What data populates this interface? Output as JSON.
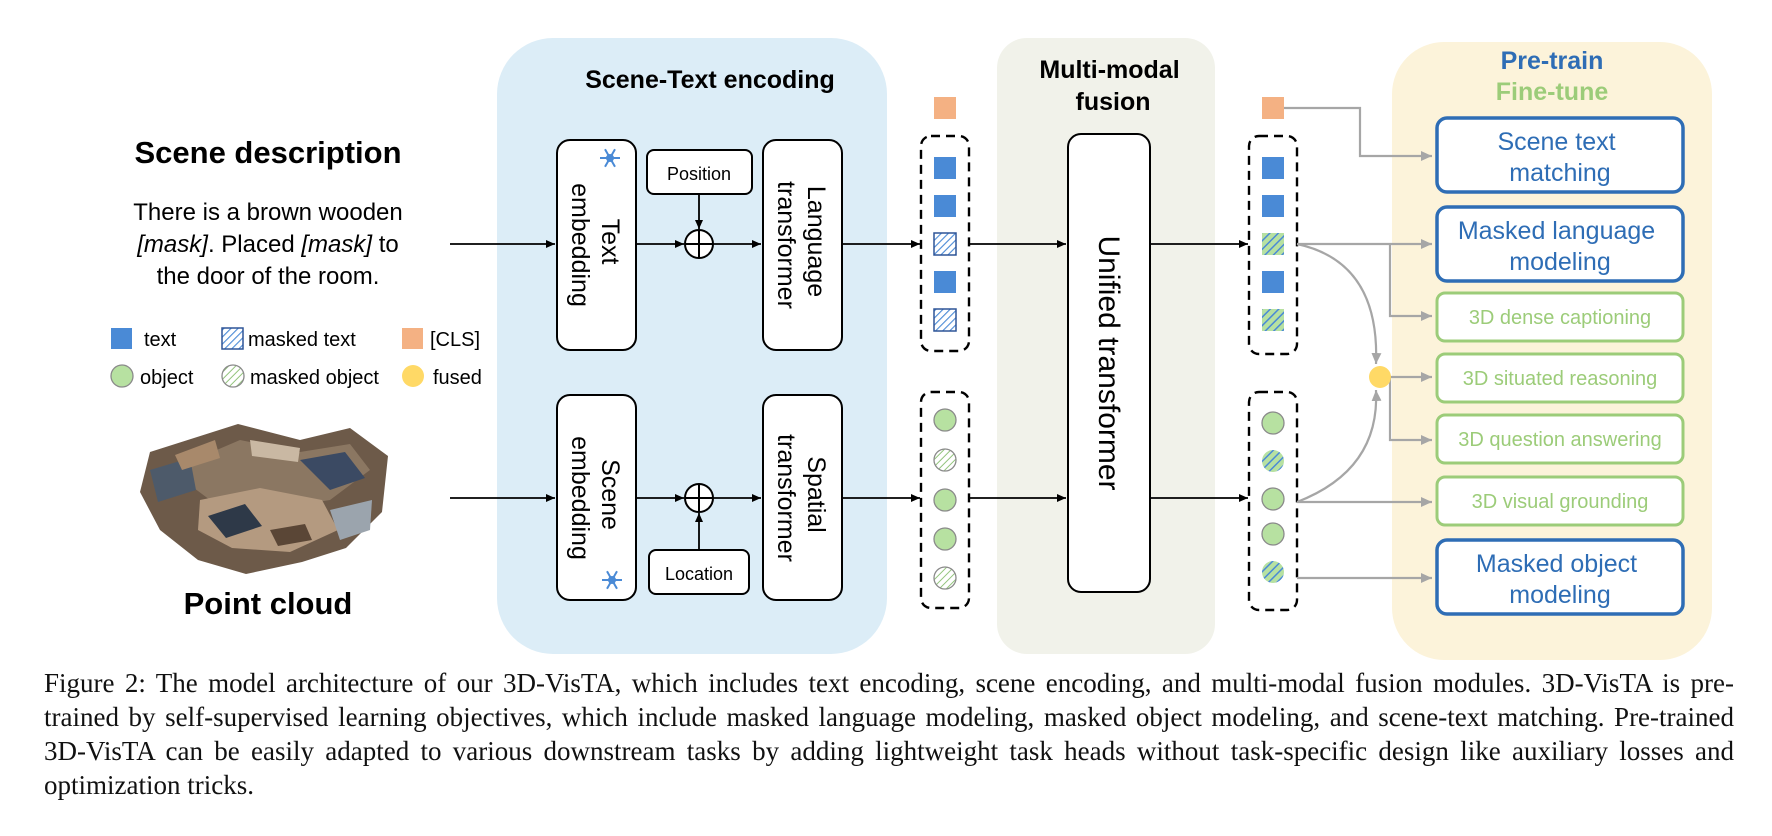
{
  "left": {
    "scene_title": "Scene description",
    "desc_line1": "There is a brown wooden",
    "desc_line2_mask": "[mask]",
    "desc_line2_mid": ". Placed ",
    "desc_line2_mask2": "[mask]",
    "desc_line2_end": " to",
    "desc_line3": "the door of the room.",
    "point_cloud_title": "Point cloud"
  },
  "legend": {
    "text": "text",
    "masked_text": "masked text",
    "cls": "[CLS]",
    "object": "object",
    "masked_object": "masked object",
    "fused": "fused"
  },
  "encoding": {
    "title": "Scene-Text encoding",
    "text_embedding": [
      "Text",
      "embedding"
    ],
    "scene_embedding": [
      "Scene",
      "embedding"
    ],
    "position": "Position",
    "location": "Location",
    "language_transformer": [
      "Language",
      "transformer"
    ],
    "spatial_transformer": [
      "Spatial",
      "transformer"
    ]
  },
  "fusion": {
    "title": [
      "Multi-modal",
      "fusion"
    ],
    "unified": "Unified transformer"
  },
  "tasks": {
    "pretrain_title": "Pre-train",
    "finetune_title": "Fine-tune",
    "items": [
      [
        "Scene text",
        "matching"
      ],
      [
        "Masked language",
        "modeling"
      ],
      [
        "3D dense captioning"
      ],
      [
        "3D situated reasoning"
      ],
      [
        "3D question answering"
      ],
      [
        "3D visual grounding"
      ],
      [
        "Masked object",
        "modeling"
      ]
    ]
  },
  "caption": "Figure 2: The model architecture of our 3D-VisTA, which includes text encoding, scene encoding, and multi-modal fusion modules. 3D-VisTA is pre-trained by self-supervised learning objectives, which include masked language modeling, masked object modeling, and scene-text matching. Pre-trained 3D-VisTA can be easily adapted to various downstream tasks by adding lightweight task heads without task-specific design like auxiliary losses and optimization tricks.",
  "colors": {
    "text_token": "#4a8ad6",
    "cls_token": "#f4b183",
    "object_token": "#b7e1a1",
    "fused": "#ffd966",
    "pretrain": "#2e6db5",
    "finetune": "#9ccc79",
    "encoding_bg": "#dcedf7",
    "fusion_bg": "#f1f2ea",
    "task_bg": "#fcf3da"
  }
}
